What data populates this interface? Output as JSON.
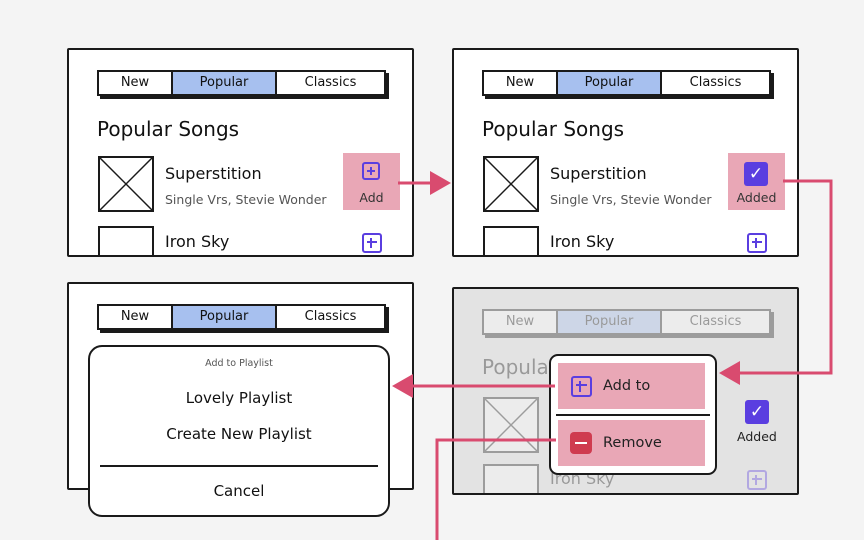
{
  "tabs": [
    "New",
    "Popular",
    "Classics"
  ],
  "section_title": "Popular Songs",
  "song1": {
    "name": "Superstition",
    "meta": "Single Vrs,  Stevie Wonder"
  },
  "song2": {
    "name": "Iron Sky"
  },
  "action_add_label": "Add",
  "action_added_label": "Added",
  "popover": {
    "add_to_playlist": "Add to Playlist",
    "remove": "Remove",
    "added_label": "Added"
  },
  "partial_title": "Popula",
  "sheet": {
    "header": "Add to Playlist",
    "options": [
      "Lovely Playlist",
      "Create New Playlist"
    ],
    "cancel": "Cancel"
  },
  "colors": {
    "arrow": "#d94b6f",
    "accent": "#5a3ee0",
    "highlight": "#e9a7b6",
    "tab_active": "#a7c0ef"
  },
  "icons": [
    "plus-square-icon",
    "check-square-icon",
    "minus-square-icon",
    "image-placeholder-icon"
  ]
}
